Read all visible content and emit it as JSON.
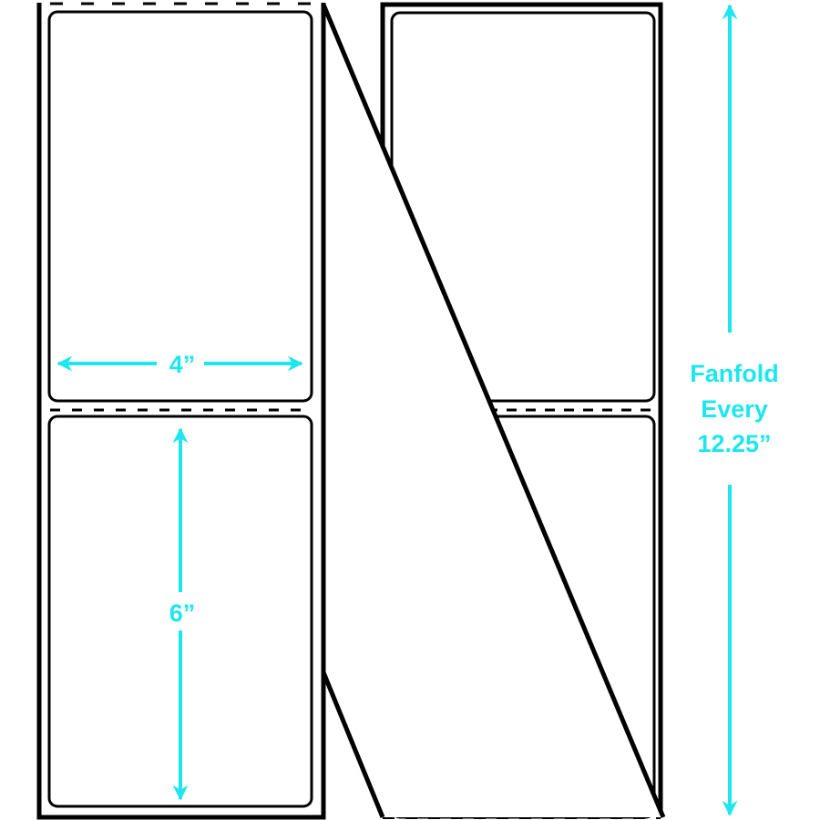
{
  "colors": {
    "accent": "#1ee6ee",
    "line": "#000000"
  },
  "dimensions": {
    "width_label": "4”",
    "height_label": "6”",
    "fanfold_lines": [
      "Fanfold",
      "Every",
      "12.25”"
    ]
  }
}
